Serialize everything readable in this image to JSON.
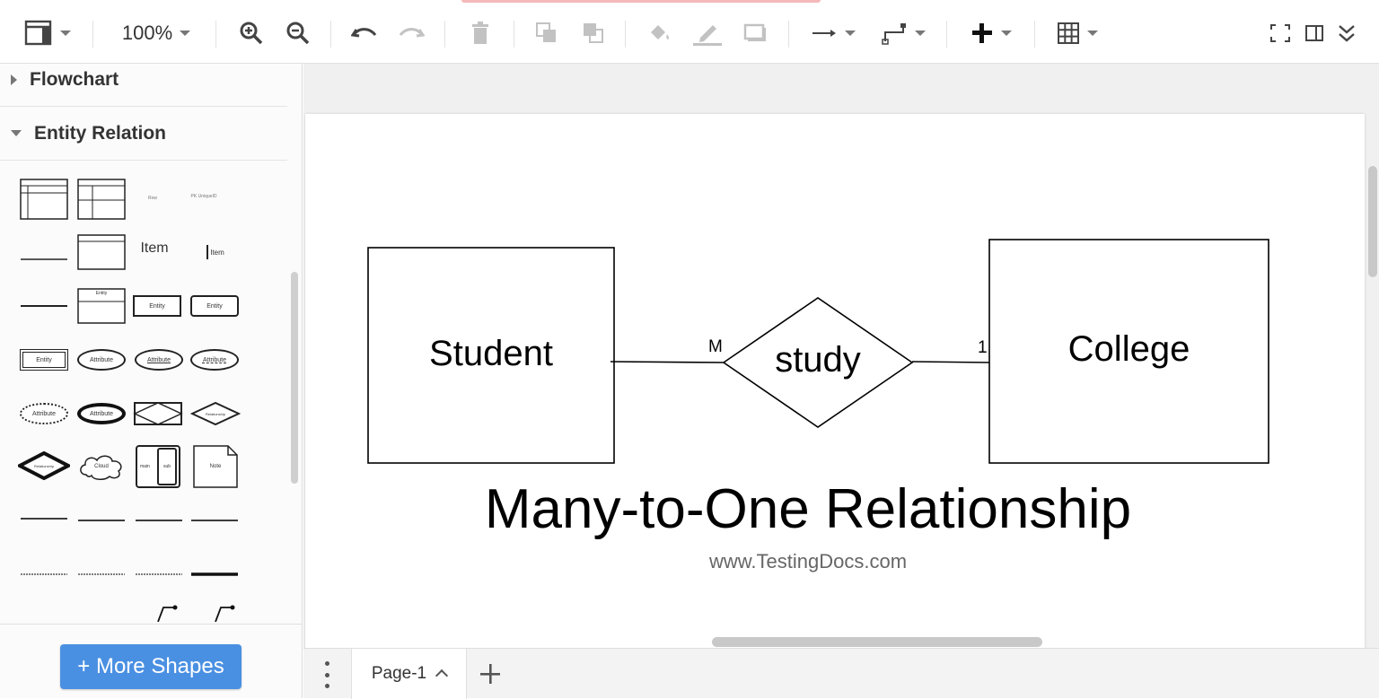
{
  "toolbar": {
    "zoom": "100%",
    "icons": [
      "layout-icon",
      "zoom-in-icon",
      "zoom-out-icon",
      "undo-icon",
      "redo-icon",
      "delete-icon",
      "to-front-icon",
      "to-back-icon",
      "fill-color-icon",
      "line-color-icon",
      "shadow-icon",
      "connection-icon",
      "waypoints-icon",
      "insert-icon",
      "table-icon",
      "fullscreen-icon",
      "format-panel-icon",
      "collapse-icon"
    ]
  },
  "sidebar": {
    "sections": [
      {
        "label": "Flowchart",
        "expanded": false
      },
      {
        "label": "Entity Relation",
        "expanded": true
      }
    ],
    "shape_labels": {
      "item": "Item",
      "item_small": "Item",
      "entity": "Entity",
      "entity_b": "Entity",
      "entity_c": "Entity",
      "attribute": "Attribute",
      "attribute_u": "Attribute",
      "attribute_u2": "Attribute",
      "attribute_dot": "Attribute",
      "attribute_bold": "Attribute",
      "relationship": "Relationship",
      "relationship_b": "Relationship",
      "cloud": "Cloud",
      "main": "main",
      "sub": "sub",
      "note": "Note"
    },
    "more_shapes": "+ More Shapes"
  },
  "diagram": {
    "entity_left": "Student",
    "relationship": "study",
    "entity_right": "College",
    "cardinality_left": "M",
    "cardinality_right": "1",
    "title": "Many-to-One Relationship",
    "subtitle": "www.TestingDocs.com"
  },
  "pages": {
    "current": "Page-1"
  }
}
